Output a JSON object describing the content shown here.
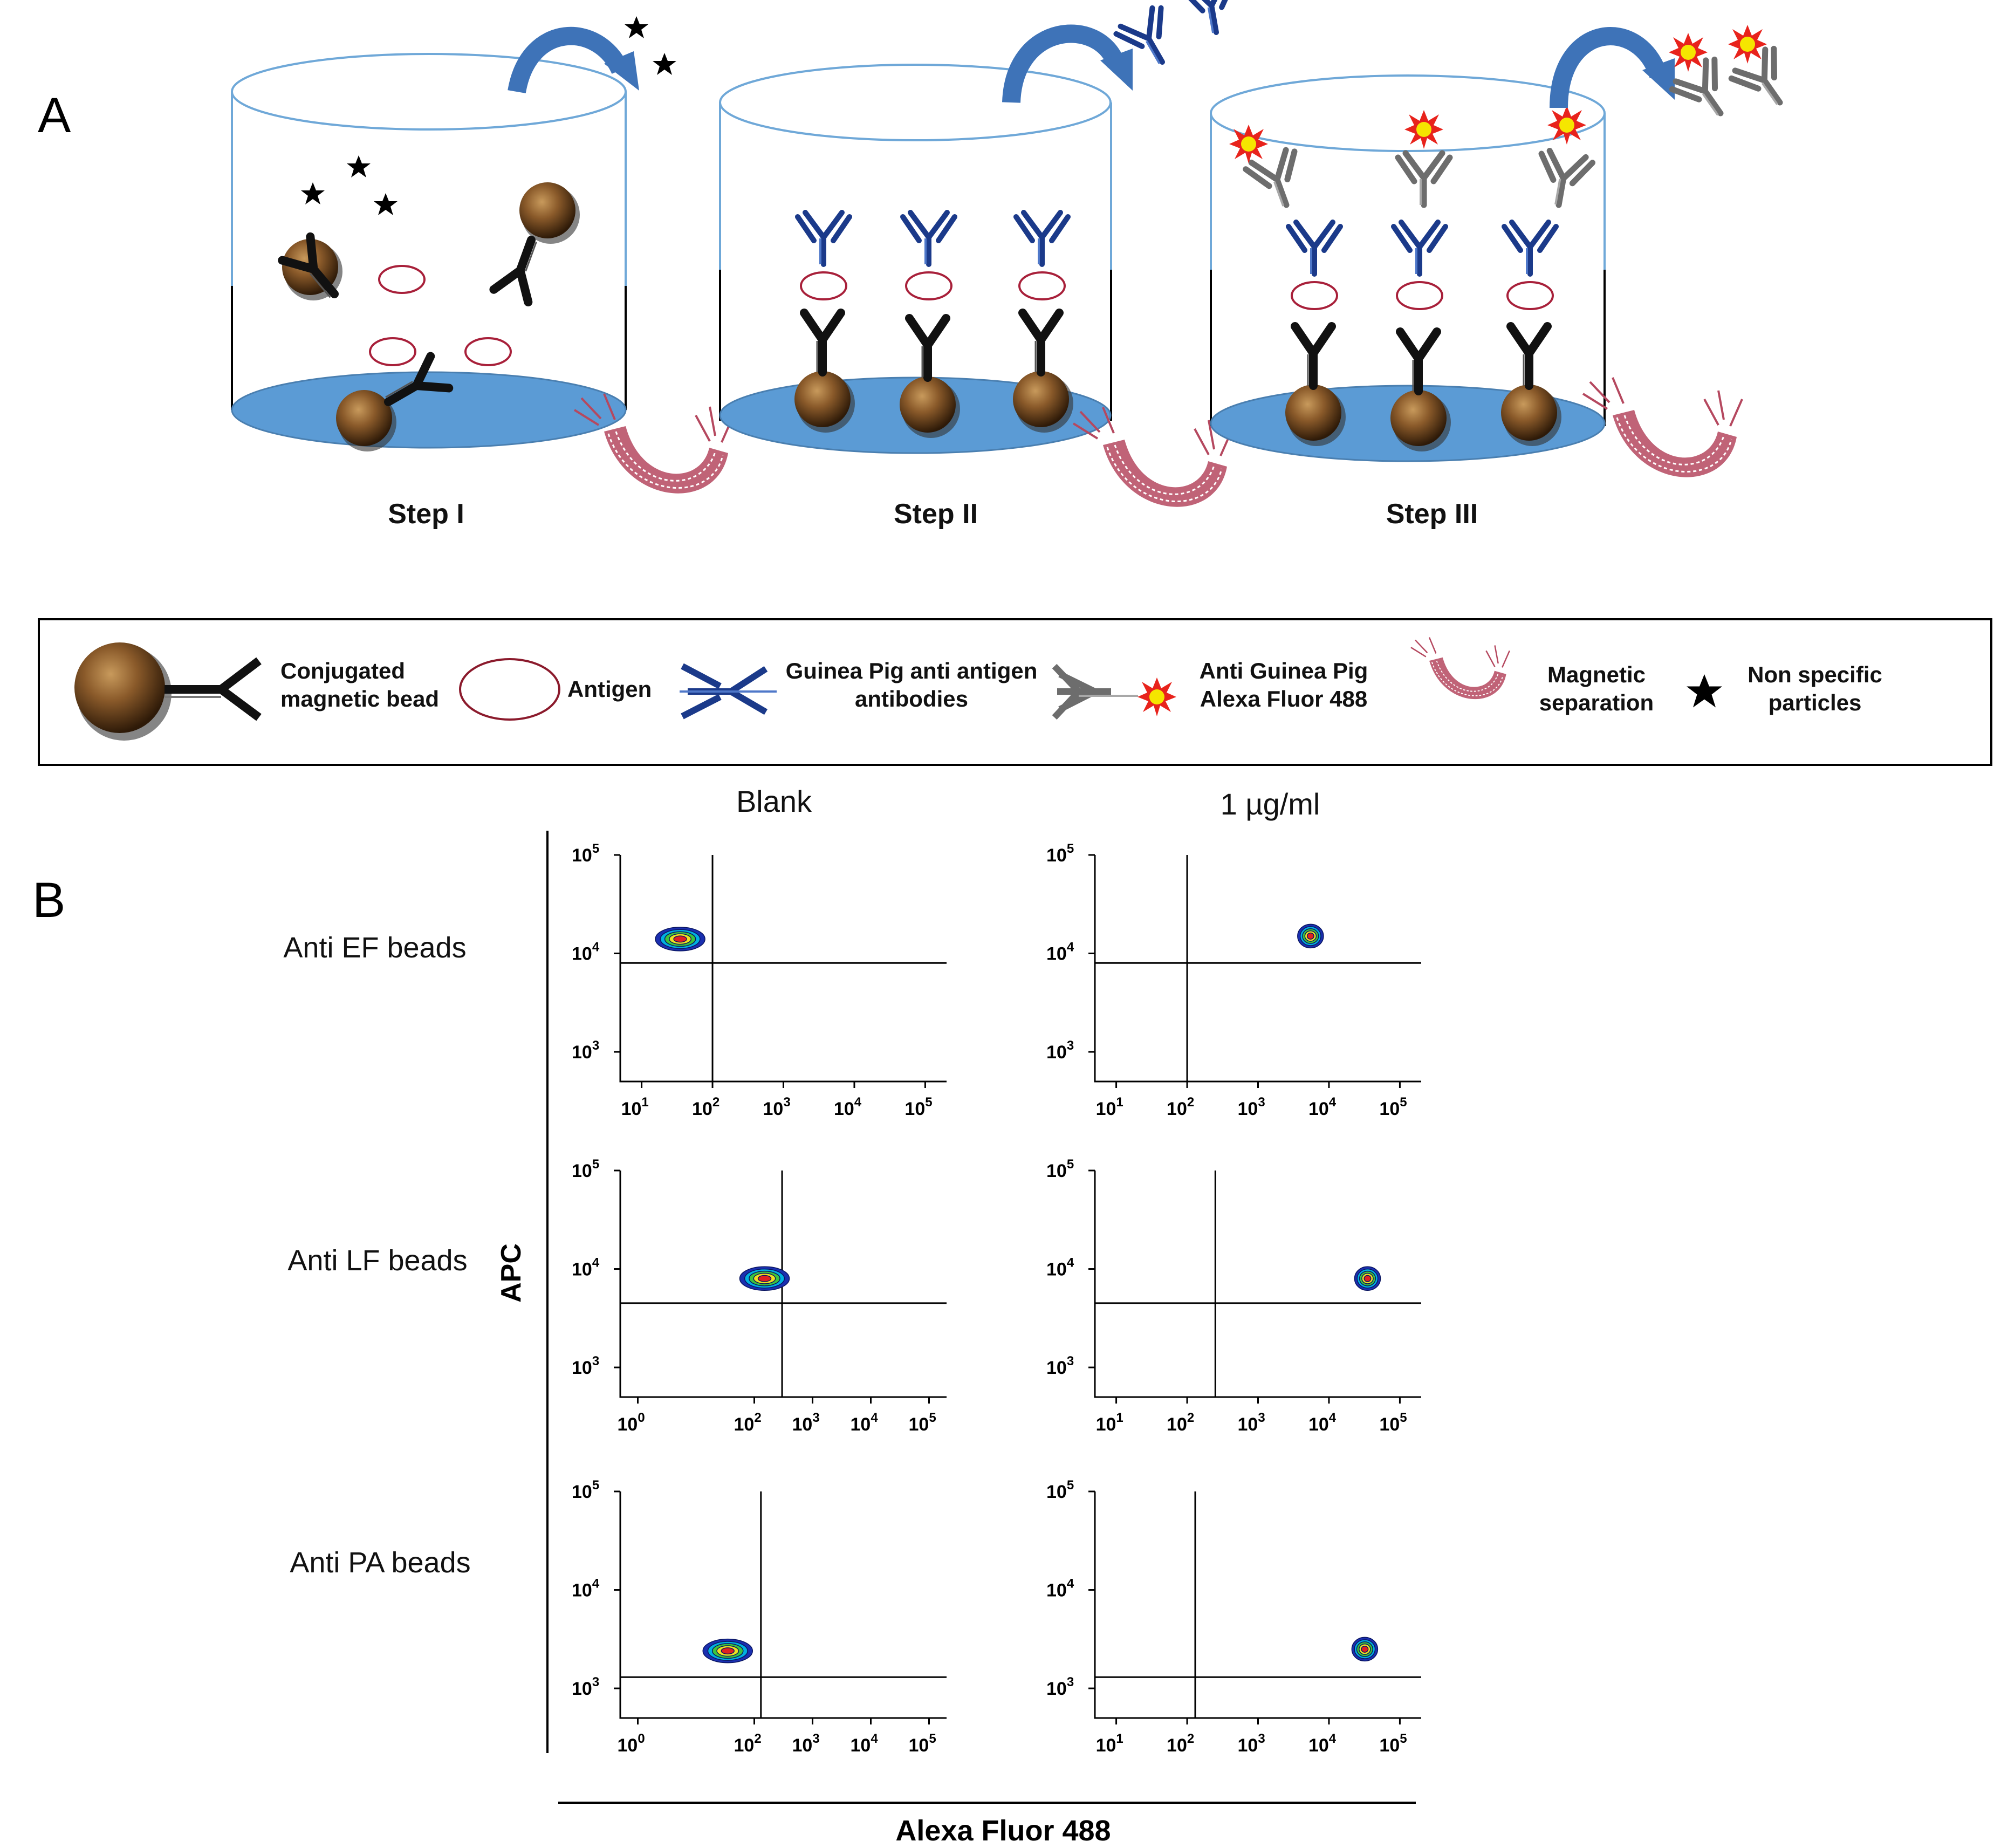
{
  "panel_a": {
    "label": "A",
    "steps": [
      {
        "label": "Step I"
      },
      {
        "label": "Step II"
      },
      {
        "label": "Step III"
      }
    ]
  },
  "legend": {
    "items": [
      {
        "icon": "magnetic-bead-antibody-icon",
        "lines": [
          "Conjugated",
          "magnetic bead"
        ]
      },
      {
        "icon": "antigen-ellipse-icon",
        "lines": [
          "Antigen"
        ]
      },
      {
        "icon": "guinea-pig-antibody-icon",
        "lines": [
          "Guinea Pig anti antigen",
          "antibodies"
        ]
      },
      {
        "icon": "fluor-antibody-icon",
        "lines": [
          "Anti Guinea Pig",
          "Alexa Fluor 488"
        ]
      },
      {
        "icon": "magnet-icon",
        "lines": [
          "Magnetic",
          "separation"
        ]
      },
      {
        "icon": "star-icon",
        "lines": [
          "Non specific",
          "particles"
        ]
      }
    ]
  },
  "panel_b": {
    "label": "B",
    "columns": [
      "Blank",
      "1 µg/ml"
    ],
    "rows": [
      "Anti EF beads",
      "Anti LF beads",
      "Anti PA beads"
    ],
    "ylabel": "APC",
    "xlabel": "Alexa Fluor 488",
    "colors": {
      "outer": "#1a2fb0",
      "ring1": "#00b0e0",
      "ring2": "#3cc43c",
      "ring3": "#f0e020",
      "core": "#e02020"
    }
  },
  "chart_data": {
    "type": "scatter",
    "xscale": "log",
    "yscale": "log",
    "ylim": [
      500,
      100000
    ],
    "y_ticks": [
      "10",
      "10",
      "10"
    ],
    "y_tick_exps": [
      "5",
      "4",
      "3"
    ],
    "x_tick_bases": [
      "10",
      "10",
      "10",
      "10",
      "10"
    ],
    "plots": [
      {
        "row": "Anti EF beads",
        "column": "Blank",
        "x_tick_exps": [
          "1",
          "2",
          "3",
          "4",
          "5"
        ],
        "xlim": [
          5,
          200000
        ],
        "x_gate": 100,
        "y_gate": 8000,
        "population": {
          "x": 35,
          "y": 14000
        }
      },
      {
        "row": "Anti EF beads",
        "column": "1 µg/ml",
        "x_tick_exps": [
          "1",
          "2",
          "3",
          "4",
          "5"
        ],
        "xlim": [
          5,
          200000
        ],
        "x_gate": 100,
        "y_gate": 8000,
        "population": {
          "x": 5500,
          "y": 15000
        }
      },
      {
        "row": "Anti LF beads",
        "column": "Blank",
        "x_tick_exps": [
          "0",
          "2",
          "3",
          "4",
          "5"
        ],
        "xlim": [
          0.5,
          200000
        ],
        "x_gate": 300,
        "y_gate": 4500,
        "population": {
          "x": 150,
          "y": 8000
        }
      },
      {
        "row": "Anti LF beads",
        "column": "1 µg/ml",
        "x_tick_exps": [
          "1",
          "2",
          "3",
          "4",
          "5"
        ],
        "xlim": [
          5,
          200000
        ],
        "x_gate": 250,
        "y_gate": 4500,
        "population": {
          "x": 35000,
          "y": 8000
        }
      },
      {
        "row": "Anti PA beads",
        "column": "Blank",
        "x_tick_exps": [
          "0",
          "2",
          "3",
          "4",
          "5"
        ],
        "xlim": [
          0.5,
          200000
        ],
        "x_gate": 130,
        "y_gate": 1300,
        "population": {
          "x": 35,
          "y": 2400
        }
      },
      {
        "row": "Anti PA beads",
        "column": "1 µg/ml",
        "x_tick_exps": [
          "1",
          "2",
          "3",
          "4",
          "5"
        ],
        "xlim": [
          5,
          200000
        ],
        "x_gate": 130,
        "y_gate": 1300,
        "population": {
          "x": 32000,
          "y": 2500
        }
      }
    ]
  }
}
